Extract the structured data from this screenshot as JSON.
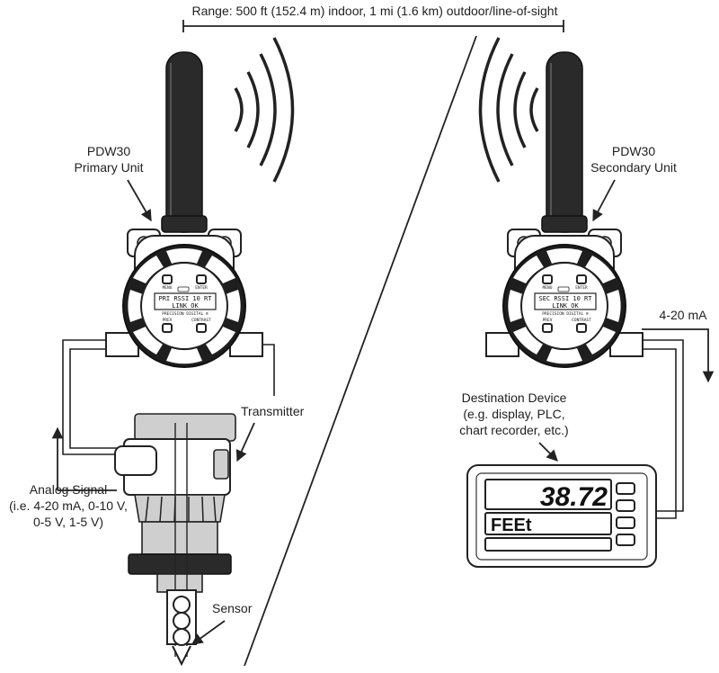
{
  "range_label": "Range: 500 ft (152.4 m) indoor, 1 mi (1.6 km) outdoor/line-of-sight",
  "primary": {
    "name_line1": "PDW30",
    "name_line2": "Primary Unit",
    "lcd_line1": "PRI  RSSI 10  RT",
    "lcd_line2": "LINK OK",
    "btn_menu": "MENU",
    "btn_enter": "ENTER",
    "btn_prev": "PREV",
    "btn_contrast": "CONTRAST",
    "brand": "PRECISION DIGITAL ®"
  },
  "secondary": {
    "name_line1": "PDW30",
    "name_line2": "Secondary Unit",
    "lcd_line1": "SEC  RSSI 10  RT",
    "lcd_line2": "LINK OK",
    "btn_menu": "MENU",
    "btn_enter": "ENTER",
    "btn_prev": "PREV",
    "btn_contrast": "CONTRAST",
    "brand": "PRECISION DIGITAL ®"
  },
  "transmitter_label": "Transmitter",
  "sensor_label": "Sensor",
  "analog_signal": {
    "line1": "Analog Signal",
    "line2": "(i.e. 4-20 mA, 0-10 V,",
    "line3": "0-5 V, 1-5 V)"
  },
  "output_label": "4-20 mA",
  "destination": {
    "line1": "Destination Device",
    "line2": "(e.g. display, PLC,",
    "line3": "chart recorder, etc.)"
  },
  "display": {
    "value": "38.72",
    "units": "FEEt"
  }
}
